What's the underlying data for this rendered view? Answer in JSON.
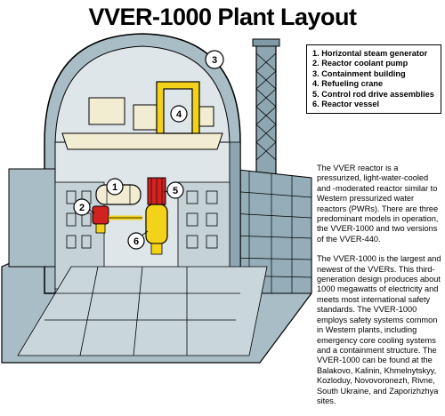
{
  "title": "VVER-1000 Plant Layout",
  "legend": [
    "1. Horizontal steam generator",
    "2. Reactor coolant pump",
    "3. Containment building",
    "4. Refueling crane",
    "5. Control rod drive assemblies",
    "6. Reactor vessel"
  ],
  "callouts": [
    "1",
    "2",
    "3",
    "4",
    "5",
    "6"
  ],
  "description": [
    "The VVER reactor is a pressurized, light-water-cooled and -moderated reactor similar to Western pressurized water reactors (PWRs). There are three predominant models in operation, the VVER-1000 and two versions of the VVER-440.",
    "The VVER-1000 is the largest and newest of the VVERs. This third-generation design produces about 1000 megawatts of electricity and meets most international safety standards. The VVER-1000 employs safety systems common in Western plants, including emergency core cooling systems and a containment structure. The VVER-1000 can be found at the Balakovo, Kalinin, Khmelnytskyy, Kozloduy, Novovoronezh, Rivne, South Ukraine, and Zaporizhzhya sites."
  ],
  "colors": {
    "concrete": "#a9bdc6",
    "concrete_dark": "#7f9aa6",
    "interior": "#dfe6ea",
    "cream": "#f2ecd2",
    "yellow": "#f3d21a",
    "red": "#d1221f",
    "outline": "#000000"
  }
}
